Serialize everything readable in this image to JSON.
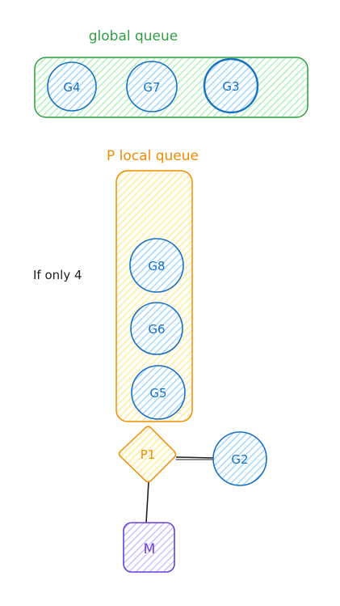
{
  "colors": {
    "global_stroke": "#2f9e44",
    "global_fill": "#b2f2bb",
    "local_stroke": "#f08c00",
    "local_fill": "#ffec99",
    "g_stroke": "#1971c2",
    "g_fill": "#a5d8ff",
    "m_stroke": "#6741d9",
    "m_fill": "#d0bfff",
    "ink": "#1e1e1e"
  },
  "global_queue": {
    "title": "global queue",
    "items": [
      "G4",
      "G7",
      "G3"
    ]
  },
  "local_queue": {
    "title": "P local queue",
    "note": "If only 4",
    "items": [
      "G8",
      "G6",
      "G5"
    ]
  },
  "processor": {
    "label": "P1"
  },
  "running_g": {
    "label": "G2"
  },
  "machine": {
    "label": "M"
  }
}
